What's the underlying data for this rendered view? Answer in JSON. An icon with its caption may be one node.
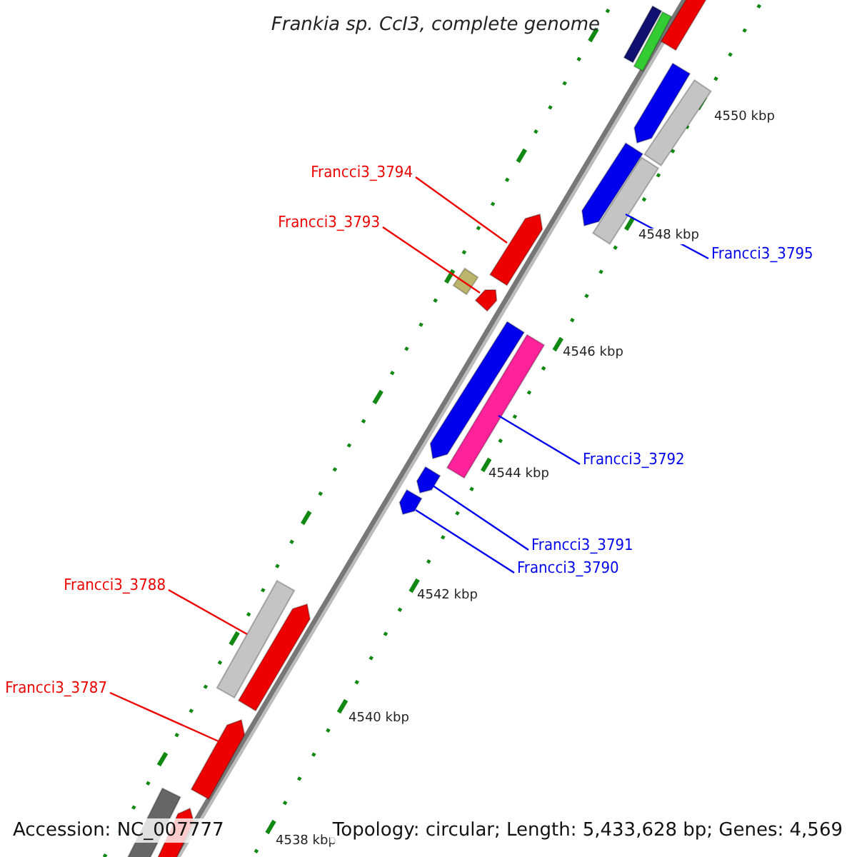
{
  "diagram": {
    "title": "Frankia sp. CcI3, complete genome",
    "nodes": [
      {
        "text": [
          "Francci3_3794"
        ]
      },
      {
        "text": [
          "Francci3_3793"
        ]
      },
      {
        "text": [
          "Francci3_3795"
        ]
      },
      {
        "text": [
          "Francci3_3792"
        ]
      },
      {
        "text": [
          "Francci3_3791"
        ]
      },
      {
        "text": [
          "Francci3_3790"
        ]
      },
      {
        "text": [
          "Francci3_3788"
        ]
      },
      {
        "text": [
          "Francci3_3787"
        ]
      },
      {
        "text": [],
        "shape": "bar"
      },
      {
        "text": [],
        "shape": "bar"
      },
      {
        "text": [],
        "shape": "bar"
      },
      {
        "text": [],
        "shape": "arrow"
      },
      {
        "text": [],
        "shape": "bar"
      },
      {
        "text": [],
        "shape": "arrow"
      },
      {
        "text": [],
        "shape": "bar"
      },
      {
        "text": [],
        "shape": "arrow"
      },
      {
        "text": [],
        "shape": "bar"
      },
      {
        "text": [],
        "shape": "arrow"
      },
      {
        "text": [],
        "shape": "arrow"
      },
      {
        "text": [],
        "shape": "bar"
      },
      {
        "text": [],
        "shape": "arrow"
      },
      {
        "text": [],
        "shape": "arrow"
      },
      {
        "text": [],
        "shape": "bar"
      },
      {
        "text": [],
        "shape": "arrow"
      },
      {
        "text": [],
        "shape": "arrow"
      },
      {
        "text": [],
        "shape": "bar"
      },
      {
        "text": [],
        "shape": "arrow"
      }
    ],
    "edges": [
      {
        "from": 0,
        "to": 15,
        "arrow": "none"
      },
      {
        "from": 1,
        "to": 17,
        "arrow": "none"
      },
      {
        "from": 2,
        "to": 14,
        "arrow": "none",
        "color": "#0000ee"
      },
      {
        "from": 3,
        "to": 19,
        "arrow": "none",
        "color": "#0000ee"
      },
      {
        "from": 4,
        "to": 20,
        "arrow": "none",
        "color": "#0000ee"
      },
      {
        "from": 5,
        "to": 21,
        "arrow": "none",
        "color": "#0000ee"
      },
      {
        "from": 6,
        "to": 22,
        "arrow": "none"
      },
      {
        "from": 7,
        "to": 24,
        "arrow": "none"
      }
    ],
    "labels": [
      "4550 kbp",
      "4548 kbp",
      "4546 kbp",
      "4544 kbp",
      "4542 kbp",
      "4540 kbp",
      "4538 kbp",
      "Accession: NC_007777",
      "Topology: circular; Length: 5,433,628 bp; Genes: 4,569"
    ]
  }
}
